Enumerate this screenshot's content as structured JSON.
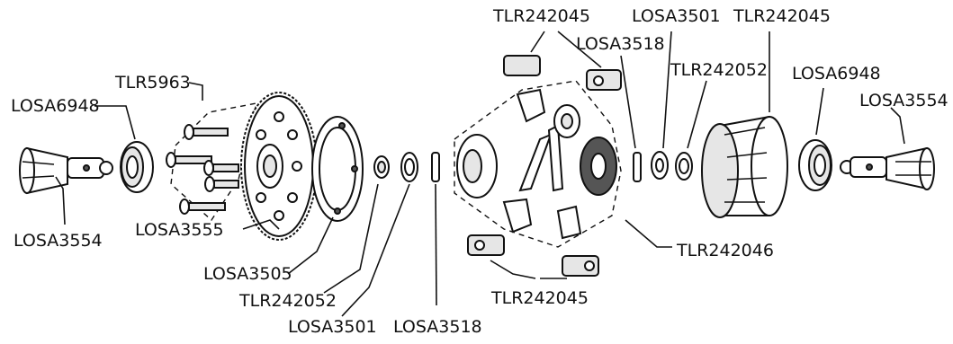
{
  "diagram": {
    "labels": {
      "losa3554_left": "LOSA3554",
      "losa6948_left": "LOSA6948",
      "tlr5963": "TLR5963",
      "losa3555": "LOSA3555",
      "losa3505": "LOSA3505",
      "tlr242052_bottom": "TLR242052",
      "losa3501_bottom": "LOSA3501",
      "losa3518_bottom": "LOSA3518",
      "tlr242045_top": "TLR242045",
      "losa3518_top": "LOSA3518",
      "losa3501_top": "LOSA3501",
      "tlr242045_top_right": "TLR242045",
      "tlr242052_right": "TLR242052",
      "losa6948_right": "LOSA6948",
      "losa3554_right": "LOSA3554",
      "tlr242046": "TLR242046",
      "tlr242045_bottom": "TLR242045"
    }
  }
}
